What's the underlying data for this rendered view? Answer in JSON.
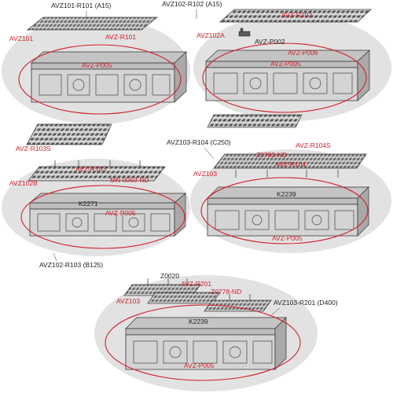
{
  "colors": {
    "background": "#ffffff",
    "panel": "#e2e2e2",
    "highlight_ring": "#d0202a",
    "label_black": "#222222",
    "label_red": "#d0202a",
    "part": "#4a4a4a"
  },
  "sets": [
    {
      "title": "AVZ101-R101 (A15)",
      "channel": "AVZ101",
      "grate": "AVZ-R101",
      "clip": "AVZ-P005"
    },
    {
      "title": "AVZ102-R102 (A15)",
      "channel": "AVZ102A",
      "grate": "AVZ-R102",
      "clip": "AVZ-P005",
      "part_a": "AVZ-P002",
      "part_b": "AVZ-P006"
    },
    {
      "title": "AVZ102-R103 (B125)",
      "channel": "AVZ102B",
      "grate": "AVZ-R103",
      "clip": "AVZ-P005",
      "screw": "MN 0050-ND",
      "fastener": "K2271",
      "spare_grate": "AVZ-R103S"
    },
    {
      "title": "AVZ103-R104 (C250)",
      "channel": "AVZ103",
      "grate": "AVZ-R104",
      "clip": "AVZ-P005",
      "screw": "Z0782-ND",
      "fastener": "K2239",
      "spare_grate": "AVZ-R104S"
    },
    {
      "title": "AVZ103-R201 (D400)",
      "channel": "AVZ103",
      "grate": "AVZ-R201",
      "clip": "AVZ-P005",
      "screw_a": "Z0020",
      "screw_b": "Z0778-ND",
      "fastener": "K2239"
    }
  ]
}
